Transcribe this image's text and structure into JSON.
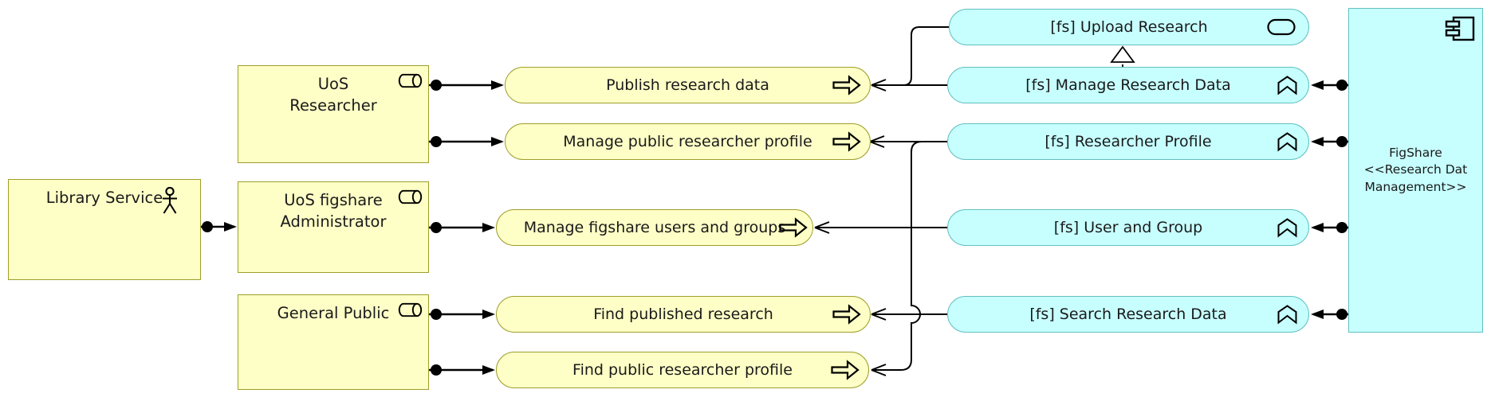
{
  "diagram_type": "ArchiMate view",
  "colors": {
    "business_fill": "#feffc6",
    "business_border": "#9e9e2c",
    "application_fill": "#c7ffff",
    "application_border": "#62c0c0",
    "line": "#000000",
    "text": "#1a1a1a",
    "background": "#ffffff"
  },
  "nodes": {
    "library_service": {
      "label": "Library Service",
      "icon": "actor-icon"
    },
    "uos_researcher": {
      "line1": "UoS",
      "line2": "Researcher",
      "icon": "role-cylinder-icon"
    },
    "uos_figshare_admin": {
      "line1": "UoS figshare",
      "line2": "Administrator",
      "icon": "role-cylinder-icon"
    },
    "general_public": {
      "label": "General Public",
      "icon": "role-cylinder-icon"
    },
    "publish_research_data": {
      "label": "Publish research data",
      "icon": "process-arrow-icon"
    },
    "manage_public_researcher_profile": {
      "label": "Manage public researcher profile",
      "icon": "process-arrow-icon"
    },
    "manage_figshare_users_and_groups": {
      "label": "Manage figshare users and groups",
      "icon": "process-arrow-icon"
    },
    "find_published_research": {
      "label": "Find published research",
      "icon": "process-arrow-icon"
    },
    "find_public_researcher_profile": {
      "label": "Find public researcher profile",
      "icon": "process-arrow-icon"
    },
    "fs_upload_research": {
      "label": "[fs] Upload Research",
      "icon": "application-service-icon"
    },
    "fs_manage_research_data": {
      "label": "[fs] Manage Research Data",
      "icon": "application-function-icon"
    },
    "fs_researcher_profile": {
      "label": "[fs] Researcher Profile",
      "icon": "application-function-icon"
    },
    "fs_user_and_group": {
      "label": "[fs] User and Group",
      "icon": "application-function-icon"
    },
    "fs_search_research_data": {
      "label": "[fs] Search Research Data",
      "icon": "application-function-icon"
    },
    "figshare": {
      "line1": "FigShare",
      "line2": "<<Research Dat",
      "line3": "Management>>",
      "icon": "component-icon"
    }
  },
  "relationships": [
    {
      "type": "assignment",
      "from": "Library Service",
      "to": "UoS figshare Administrator"
    },
    {
      "type": "assignment",
      "from": "UoS Researcher",
      "to": "Publish research data"
    },
    {
      "type": "assignment",
      "from": "UoS Researcher",
      "to": "Manage public researcher profile"
    },
    {
      "type": "assignment",
      "from": "UoS figshare Administrator",
      "to": "Manage figshare users and groups"
    },
    {
      "type": "assignment",
      "from": "General Public",
      "to": "Find published research"
    },
    {
      "type": "assignment",
      "from": "General Public",
      "to": "Find public researcher profile"
    },
    {
      "type": "serving",
      "from": "[fs] Upload Research",
      "to": "Publish research data"
    },
    {
      "type": "serving",
      "from": "[fs] Manage Research Data",
      "to": "Publish research data"
    },
    {
      "type": "serving",
      "from": "[fs] Researcher Profile",
      "to": "Manage public researcher profile"
    },
    {
      "type": "serving",
      "from": "[fs] Researcher Profile",
      "to": "Find public researcher profile"
    },
    {
      "type": "serving",
      "from": "[fs] User and Group",
      "to": "Manage figshare users and groups"
    },
    {
      "type": "serving",
      "from": "[fs] Search Research Data",
      "to": "Find published research"
    },
    {
      "type": "realization",
      "from": "[fs] Manage Research Data",
      "to": "[fs] Upload Research"
    },
    {
      "type": "assignment",
      "from": "FigShare",
      "to": "[fs] Manage Research Data"
    },
    {
      "type": "assignment",
      "from": "FigShare",
      "to": "[fs] Researcher Profile"
    },
    {
      "type": "assignment",
      "from": "FigShare",
      "to": "[fs] User and Group"
    },
    {
      "type": "assignment",
      "from": "FigShare",
      "to": "[fs] Search Research Data"
    }
  ]
}
